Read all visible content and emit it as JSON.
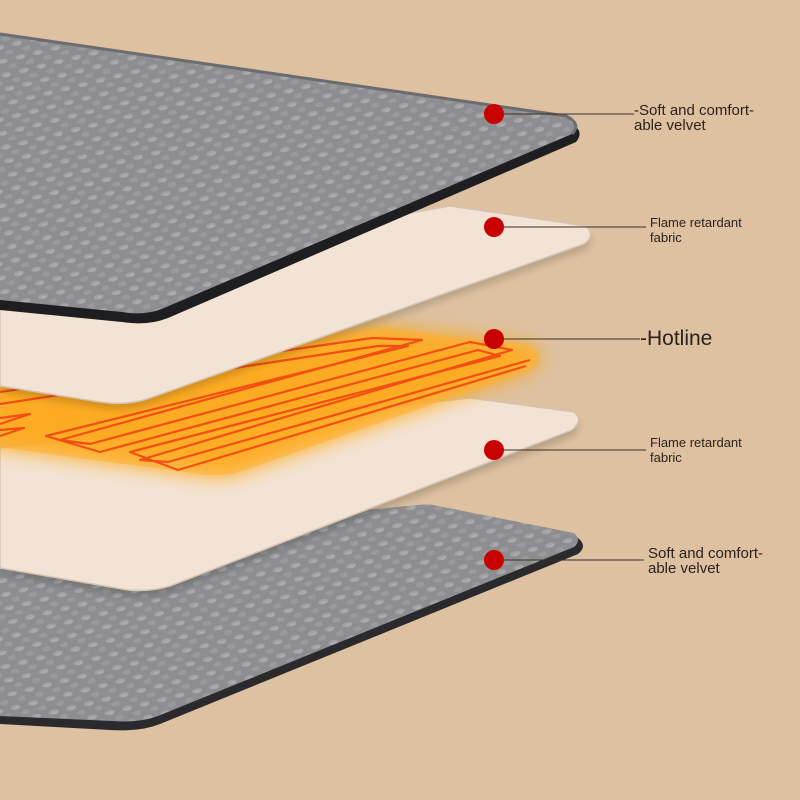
{
  "colors": {
    "background": "#ddc1a1",
    "velvet": "#8d8d8f",
    "velvet_edge": "#3f3f41",
    "fabric": "#f3e3d4",
    "fabric_edge": "#c9b9aa",
    "heat_glow": "#ffa310",
    "heating_wire": "#f24c12",
    "marker": "#c80000",
    "leader_line": "#3a302a"
  },
  "layers": [
    {
      "name": "top-velvet",
      "line1": "-Soft and comfort-",
      "line2": "able velvet"
    },
    {
      "name": "upper-flame-retardant",
      "line1": "Flame retardant",
      "line2": "fabric"
    },
    {
      "name": "hotline",
      "line1": "-Hotline",
      "line2": ""
    },
    {
      "name": "lower-flame-retardant",
      "line1": "Flame retardant",
      "line2": "fabric"
    },
    {
      "name": "bottom-velvet",
      "line1": "Soft and comfort-",
      "line2": "able velvet"
    }
  ],
  "icons": {
    "marker": "red-dot-icon"
  }
}
